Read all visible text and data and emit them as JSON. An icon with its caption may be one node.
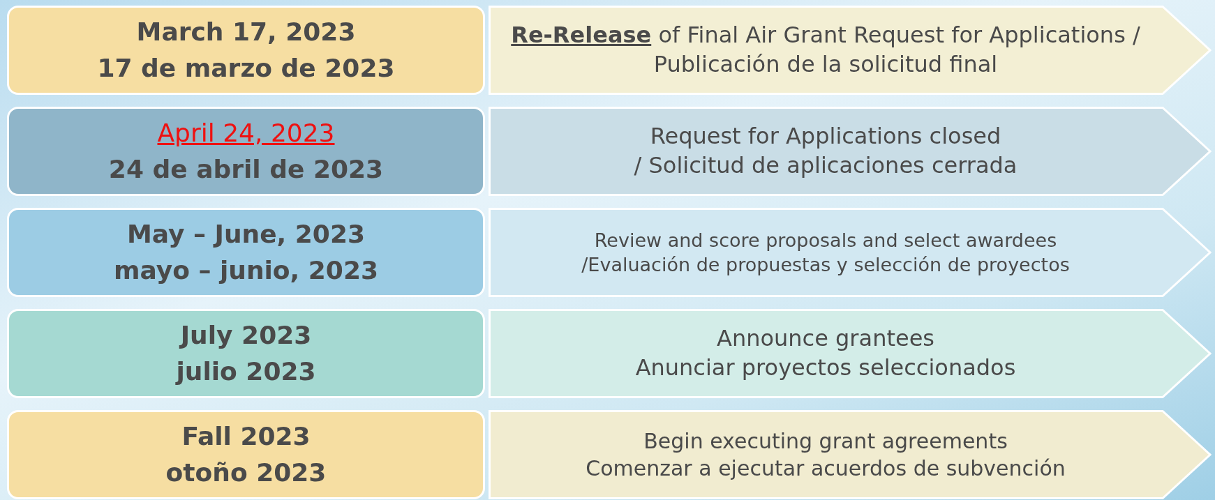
{
  "diagram": {
    "nodes": [
      {
        "text": [
          "March 17, 2023",
          "17 de marzo de 2023"
        ]
      },
      {
        "text": [
          "**Re-Release** of Final Air Grant Request for Applications / Publicación de la solicitud final"
        ]
      },
      {
        "text": [
          "April 24, 2023",
          "24 de abril de 2023"
        ]
      },
      {
        "text": [
          "Request for Applications closed",
          "/ Solicitud de aplicaciones cerrada"
        ]
      },
      {
        "text": [
          "May – June, 2023",
          "mayo – junio, 2023"
        ]
      },
      {
        "text": [
          "Review and score proposals and select awardees",
          "/Evaluación de propuestas y selección de proyectos"
        ]
      },
      {
        "text": [
          "July 2023",
          "julio 2023"
        ]
      },
      {
        "text": [
          "Announce grantees",
          "Anunciar proyectos seleccionados"
        ]
      },
      {
        "text": [
          "Fall 2023",
          "otoño 2023"
        ]
      },
      {
        "text": [
          "Begin executing grant agreements",
          "Comenzar a ejecutar acuerdos de subvención"
        ]
      }
    ],
    "edges": []
  }
}
